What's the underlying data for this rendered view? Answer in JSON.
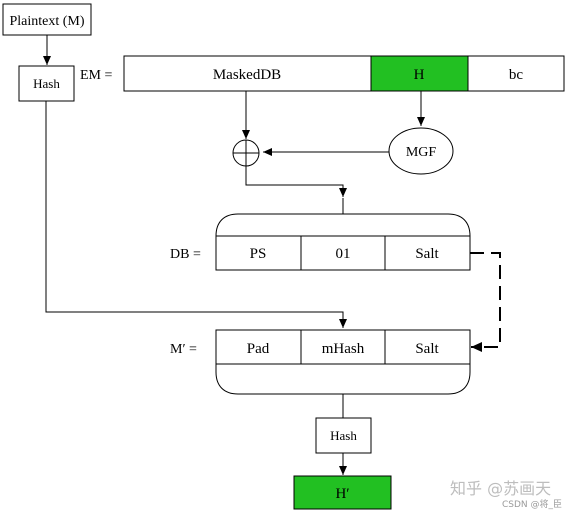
{
  "diagram": {
    "plaintext_label": "Plaintext (M)",
    "hash_label_top": "Hash",
    "em_prefix": "EM =",
    "em_fields": {
      "masked_db": "MaskedDB",
      "h": "H",
      "bc": "bc"
    },
    "mgf_label": "MGF",
    "xor_symbol": "⊕",
    "db_prefix": "DB =",
    "db_fields": {
      "ps": "PS",
      "sep": "01",
      "salt": "Salt"
    },
    "m_prime_prefix": "M′ =",
    "m_prime_fields": {
      "pad": "Pad",
      "mhash": "mHash",
      "salt": "Salt"
    },
    "hash_label_bottom": "Hash",
    "h_prime_label": "H′"
  },
  "watermark": {
    "main": "知乎 @苏画天",
    "sub": "CSDN @将_臣"
  },
  "colors": {
    "green": "#22c022",
    "stroke": "#000000",
    "background": "#ffffff"
  }
}
